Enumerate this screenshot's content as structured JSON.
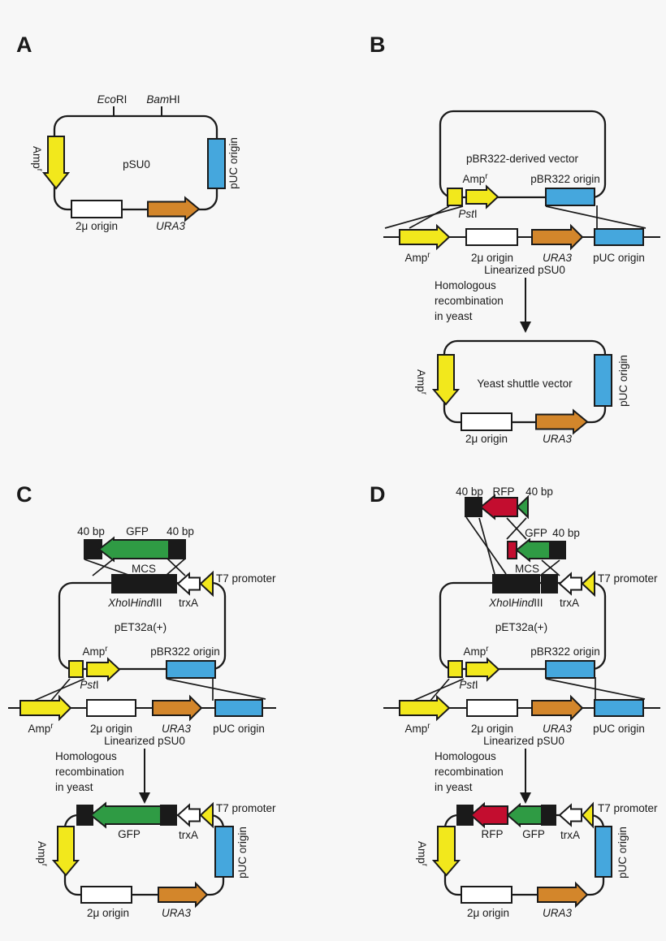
{
  "colors": {
    "yellow": "#f2e81c",
    "blue": "#45a7dd",
    "orange": "#d3862b",
    "green": "#2f9b44",
    "red": "#c30d2f",
    "black": "#1a1a1a",
    "white": "#ffffff"
  },
  "shared": {
    "amp": "Amp",
    "amp_sup": "r",
    "two_mu": "2μ origin",
    "ura3": "URA3",
    "puc": "pUC origin",
    "pbr322_origin": "pBR322 origin",
    "linearized": "Linearized pSU0",
    "hr1": "Homologous",
    "hr2": "recombination",
    "hr3": "in yeast",
    "t7": "T7 promoter",
    "trxa": "trxA",
    "mcs": "MCS",
    "bp40": "40 bp",
    "gfp": "GFP",
    "rfp": "RFP",
    "pst": "Pst",
    "pst_s": "I",
    "xho": "Xho",
    "xho_s": "I",
    "hind": "Hind",
    "hind_s": "III",
    "pet": "pET32a(+)"
  },
  "panel_a": {
    "label": "A",
    "plasmid_name": "pSU0",
    "eco": "Eco",
    "eco_s": "RI",
    "bam": "Bam",
    "bam_s": "HI"
  },
  "panel_b": {
    "label": "B",
    "top_vector_name": "pBR322-derived vector",
    "result_vector_name": "Yeast shuttle vector"
  },
  "panel_c": {
    "label": "C"
  },
  "panel_d": {
    "label": "D"
  }
}
